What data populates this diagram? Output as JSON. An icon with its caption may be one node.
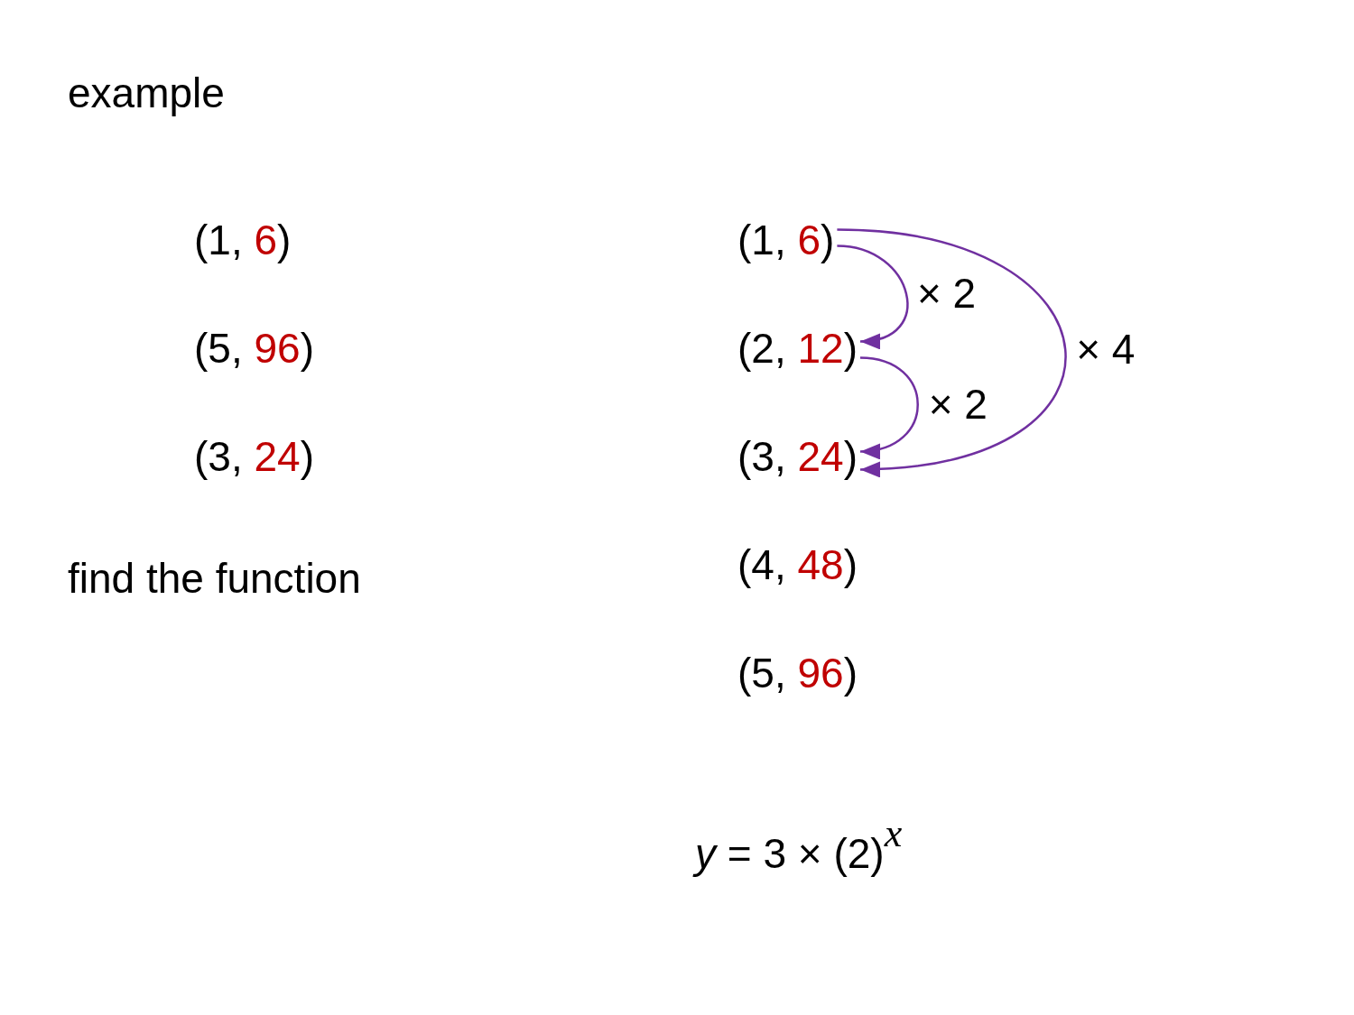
{
  "diagram": {
    "title": "example",
    "nodes": [
      {
        "text": [
          "(1, 6)"
        ]
      },
      {
        "text": [
          "(2, 12)"
        ]
      },
      {
        "text": [
          "(3, 24)"
        ]
      },
      {
        "text": [
          "(4, 48)"
        ]
      },
      {
        "text": [
          "(5, 96)"
        ]
      }
    ],
    "edges": [
      {
        "from": 0,
        "to": 1,
        "arrow": "to",
        "label": "× 2"
      },
      {
        "from": 1,
        "to": 2,
        "arrow": "to",
        "label": "× 2"
      },
      {
        "from": 0,
        "to": 2,
        "arrow": "to",
        "label": "× 4"
      }
    ],
    "labels": [
      "(1, 6)",
      "(5, 96)",
      "(3, 24)",
      "find the function",
      "*y* = 3 × (2)$^{x}$"
    ]
  }
}
